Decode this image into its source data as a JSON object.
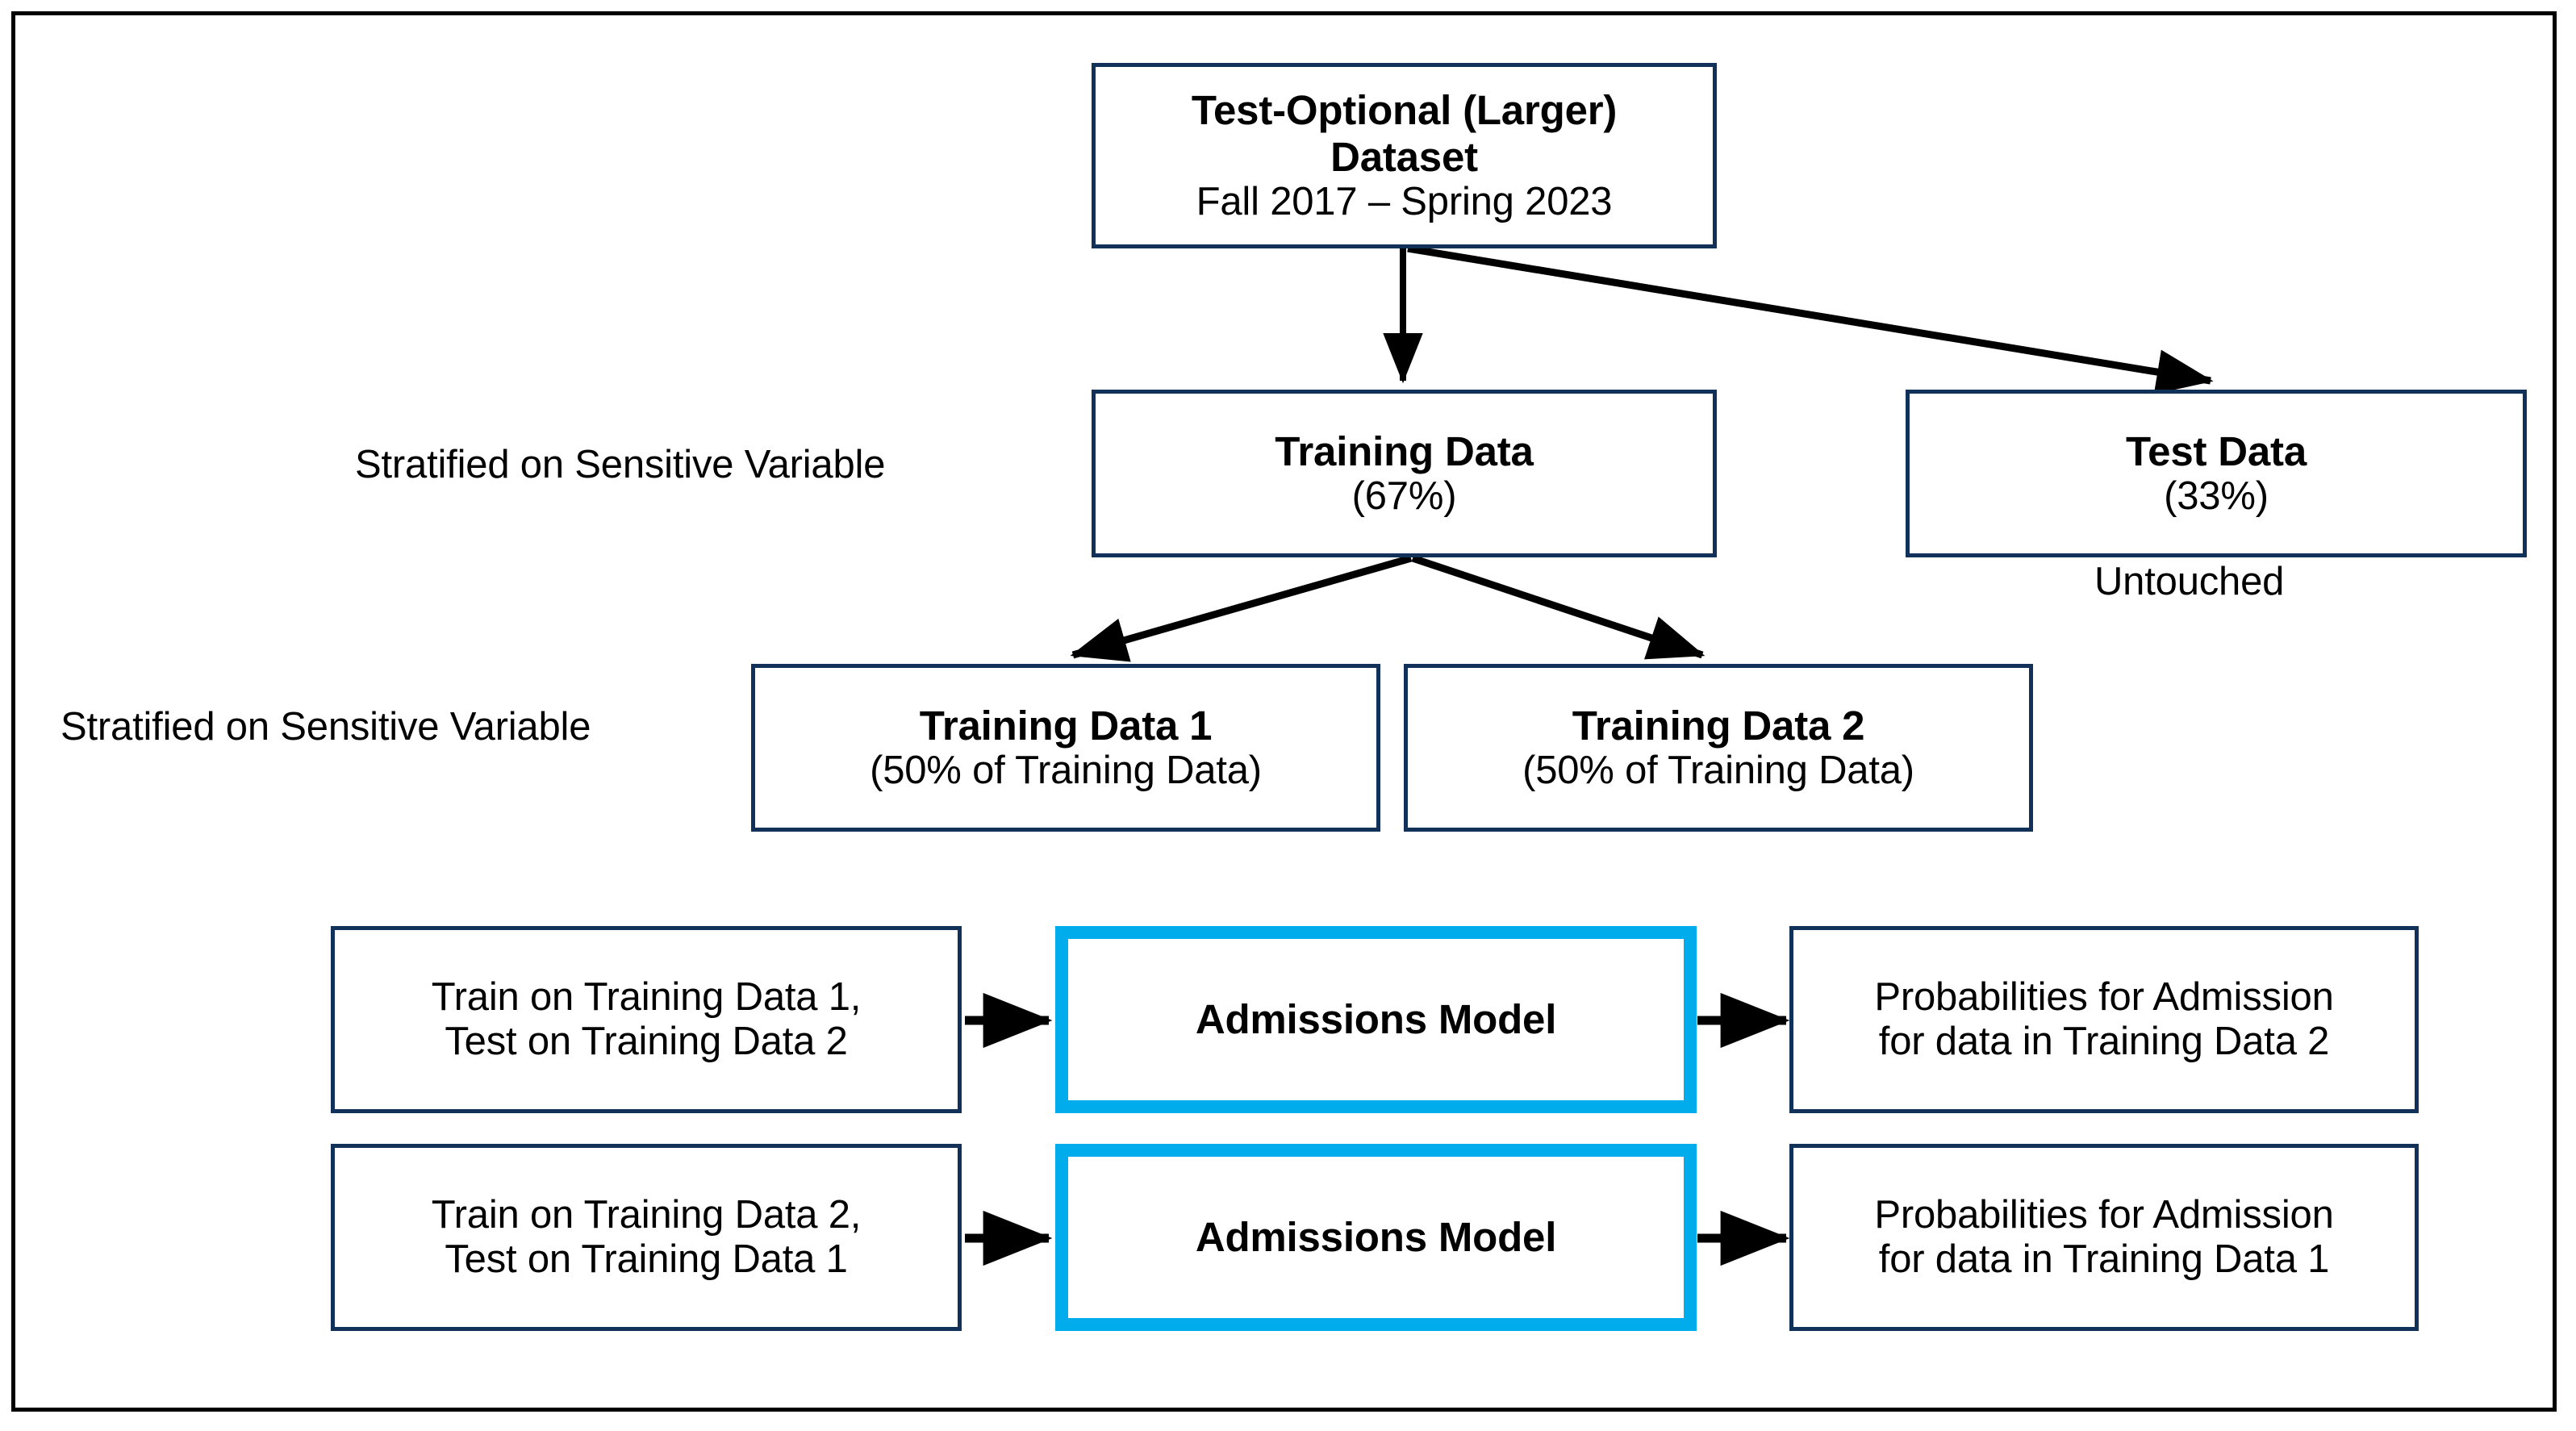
{
  "figure": {
    "title": "Admissions model data splitting workflow",
    "colors": {
      "frame": "#000000",
      "box_border": "#123158",
      "highlight_box_border": "#00ACEB",
      "text": "#000000",
      "arrow": "#000000"
    }
  },
  "nodes": {
    "dataset": {
      "line1": "Test-Optional (Larger)",
      "line2": "Dataset",
      "line3": "Fall 2017 – Spring 2023"
    },
    "training_data": {
      "line1": "Training Data",
      "line2": "(67%)"
    },
    "test_data": {
      "line1": "Test Data",
      "line2": "(33%)"
    },
    "training_data_1": {
      "line1": "Training Data 1",
      "line2": "(50% of Training Data)"
    },
    "training_data_2": {
      "line1": "Training Data 2",
      "line2": "(50% of Training Data)"
    },
    "train_test_a": {
      "line1": "Train on Training Data 1,",
      "line2": "Test on Training Data 2"
    },
    "train_test_b": {
      "line1": "Train on Training Data 2,",
      "line2": "Test on Training Data 1"
    },
    "model_a": {
      "line1": "Admissions Model"
    },
    "model_b": {
      "line1": "Admissions Model"
    },
    "output_a": {
      "line1": "Probabilities for Admission",
      "line2": "for data in Training Data 2"
    },
    "output_b": {
      "line1": "Probabilities for Admission",
      "line2": "for data in Training Data 1"
    }
  },
  "captions": {
    "stratified_top": "Stratified on Sensitive Variable",
    "stratified_bottom": "Stratified on Sensitive Variable",
    "untouched": "Untouched"
  }
}
